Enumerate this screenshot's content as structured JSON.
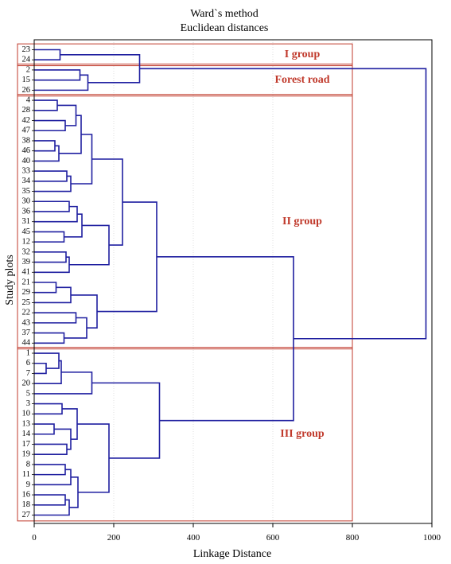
{
  "chart_data": {
    "type": "dendrogram",
    "title": "Ward`s method",
    "subtitle": "Euclidean distances",
    "xlabel": "Linkage Distance",
    "ylabel": "Study plots",
    "xlim": [
      0,
      1000
    ],
    "xticks": [
      0,
      200,
      400,
      600,
      800,
      1000
    ],
    "grid": "vertical dotted",
    "colors": {
      "tree": "#1f1fa0",
      "group_box": "#c0392b",
      "group_text": "#c0392b",
      "axis": "#000000"
    },
    "leaves": [
      "23",
      "24",
      "2",
      "15",
      "26",
      "4",
      "28",
      "42",
      "47",
      "38",
      "46",
      "40",
      "33",
      "34",
      "35",
      "30",
      "36",
      "31",
      "45",
      "12",
      "32",
      "39",
      "41",
      "21",
      "29",
      "25",
      "22",
      "43",
      "37",
      "44",
      "1",
      "6",
      "7",
      "20",
      "5",
      "3",
      "10",
      "13",
      "14",
      "17",
      "19",
      "8",
      "11",
      "9",
      "16",
      "18",
      "27"
    ],
    "merges": [
      {
        "id": "m1",
        "a": "L23",
        "b": "L24",
        "h": 65
      },
      {
        "id": "m2",
        "a": "L2",
        "b": "L15",
        "h": 115
      },
      {
        "id": "m3",
        "a": "m2",
        "b": "L26",
        "h": 135
      },
      {
        "id": "m4",
        "a": "m1",
        "b": "m3",
        "h": 265
      },
      {
        "id": "m5",
        "a": "L4",
        "b": "L28",
        "h": 58
      },
      {
        "id": "m6",
        "a": "L42",
        "b": "L47",
        "h": 78
      },
      {
        "id": "m7",
        "a": "m5",
        "b": "m6",
        "h": 105
      },
      {
        "id": "m8",
        "a": "L38",
        "b": "L46",
        "h": 52
      },
      {
        "id": "m9",
        "a": "m8",
        "b": "L40",
        "h": 62
      },
      {
        "id": "m10",
        "a": "m7",
        "b": "m9",
        "h": 118
      },
      {
        "id": "m11",
        "a": "L33",
        "b": "L34",
        "h": 82
      },
      {
        "id": "m12",
        "a": "m11",
        "b": "L35",
        "h": 92
      },
      {
        "id": "m13",
        "a": "m10",
        "b": "m12",
        "h": 145
      },
      {
        "id": "m14",
        "a": "L30",
        "b": "L36",
        "h": 88
      },
      {
        "id": "m15",
        "a": "m14",
        "b": "L31",
        "h": 108
      },
      {
        "id": "m16",
        "a": "L45",
        "b": "L12",
        "h": 75
      },
      {
        "id": "m17",
        "a": "m15",
        "b": "m16",
        "h": 120
      },
      {
        "id": "m18",
        "a": "L32",
        "b": "L39",
        "h": 80
      },
      {
        "id": "m19",
        "a": "m18",
        "b": "L41",
        "h": 88
      },
      {
        "id": "m20",
        "a": "m17",
        "b": "m19",
        "h": 188
      },
      {
        "id": "m21",
        "a": "m13",
        "b": "m20",
        "h": 222
      },
      {
        "id": "m22",
        "a": "L21",
        "b": "L29",
        "h": 55
      },
      {
        "id": "m23",
        "a": "m22",
        "b": "L25",
        "h": 92
      },
      {
        "id": "m24",
        "a": "L22",
        "b": "L43",
        "h": 105
      },
      {
        "id": "m25",
        "a": "L37",
        "b": "L44",
        "h": 75
      },
      {
        "id": "m26",
        "a": "m24",
        "b": "m25",
        "h": 132
      },
      {
        "id": "m27",
        "a": "m23",
        "b": "m26",
        "h": 158
      },
      {
        "id": "m28",
        "a": "m21",
        "b": "m27",
        "h": 308
      },
      {
        "id": "m29",
        "a": "L6",
        "b": "L7",
        "h": 30
      },
      {
        "id": "m30",
        "a": "L1",
        "b": "m29",
        "h": 62
      },
      {
        "id": "m31",
        "a": "m30",
        "b": "L20",
        "h": 68
      },
      {
        "id": "m32",
        "a": "m31",
        "b": "L5",
        "h": 145
      },
      {
        "id": "m33",
        "a": "L3",
        "b": "L10",
        "h": 70
      },
      {
        "id": "m34",
        "a": "L13",
        "b": "L14",
        "h": 50
      },
      {
        "id": "m35",
        "a": "L17",
        "b": "L19",
        "h": 82
      },
      {
        "id": "m36",
        "a": "m34",
        "b": "m35",
        "h": 92
      },
      {
        "id": "m37",
        "a": "m33",
        "b": "m36",
        "h": 108
      },
      {
        "id": "m38",
        "a": "L8",
        "b": "L11",
        "h": 78
      },
      {
        "id": "m39",
        "a": "m38",
        "b": "L9",
        "h": 92
      },
      {
        "id": "m40",
        "a": "L16",
        "b": "L18",
        "h": 78
      },
      {
        "id": "m41",
        "a": "m40",
        "b": "L27",
        "h": 88
      },
      {
        "id": "m42",
        "a": "m39",
        "b": "m41",
        "h": 110
      },
      {
        "id": "m43",
        "a": "m37",
        "b": "m42",
        "h": 188
      },
      {
        "id": "m44",
        "a": "m32",
        "b": "m43",
        "h": 315
      },
      {
        "id": "m45",
        "a": "m28",
        "b": "m44",
        "h": 652
      },
      {
        "id": "m46",
        "a": "m4",
        "b": "m45",
        "h": 985
      }
    ],
    "groups": [
      {
        "label": "I group",
        "from": 0,
        "to": 1
      },
      {
        "label": "Forest road",
        "from": 2,
        "to": 4
      },
      {
        "label": "II group",
        "from": 5,
        "to": 29
      },
      {
        "label": "III group",
        "from": 30,
        "to": 46
      }
    ]
  }
}
